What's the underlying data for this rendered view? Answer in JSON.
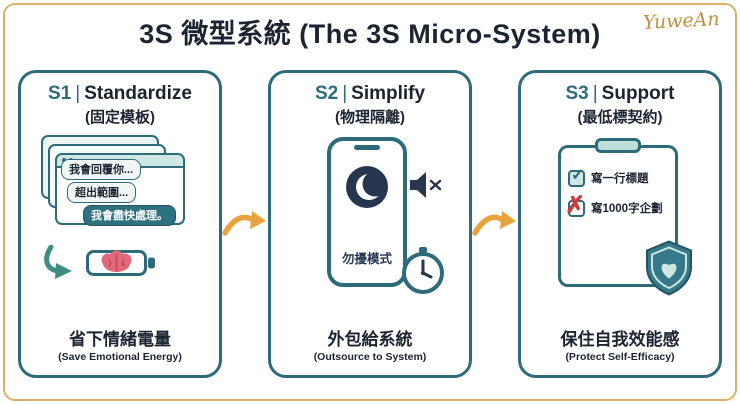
{
  "page": {
    "title": "3S 微型系統 (The 3S Micro-System)",
    "signature": "YuweAn"
  },
  "ui": {
    "divider": "|",
    "check_glyph": "✓",
    "cross_glyph": "✗"
  },
  "panels": [
    {
      "id": "S1",
      "label": "Standardize",
      "subtitle": "(固定模板)",
      "bubbles": [
        "我會回覆你...",
        "超出範圍...",
        "我會盡快處理。"
      ],
      "caption_zh": "省下情緒電量",
      "caption_en": "(Save Emotional Energy)"
    },
    {
      "id": "S2",
      "label": "Simplify",
      "subtitle": "(物理隔離)",
      "phone_mode_label": "勿擾模式",
      "caption_zh": "外包給系統",
      "caption_en": "(Outsource to System)"
    },
    {
      "id": "S3",
      "label": "Support",
      "subtitle": "(最低標契約)",
      "checklist": [
        {
          "text": "寫一行標題",
          "state": "checked"
        },
        {
          "text": "寫1000字企劃",
          "state": "crossed"
        }
      ],
      "caption_zh": "保住自我效能感",
      "caption_en": "(Protect Self-Efficacy)"
    }
  ],
  "colors": {
    "teal": "#2E6B7A",
    "navy": "#1C2431",
    "gold": "#E8A33C",
    "frame_gold": "#D9B06A",
    "mint": "#CFE7E2",
    "red": "#CC3B3B",
    "brain_pink": "#E2697A"
  }
}
